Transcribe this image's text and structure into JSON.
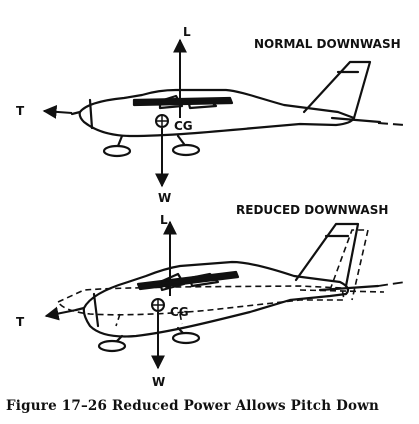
{
  "diagram": {
    "top": {
      "title": "NORMAL DOWNWASH",
      "lift": "L",
      "thrust": "T",
      "cg": "CG",
      "weight": "W"
    },
    "bottom": {
      "title": "REDUCED DOWNWASH",
      "lift": "L",
      "thrust": "T",
      "cg": "CG",
      "weight": "W"
    }
  },
  "caption": "Figure 17–26  Reduced Power Allows Pitch Down"
}
